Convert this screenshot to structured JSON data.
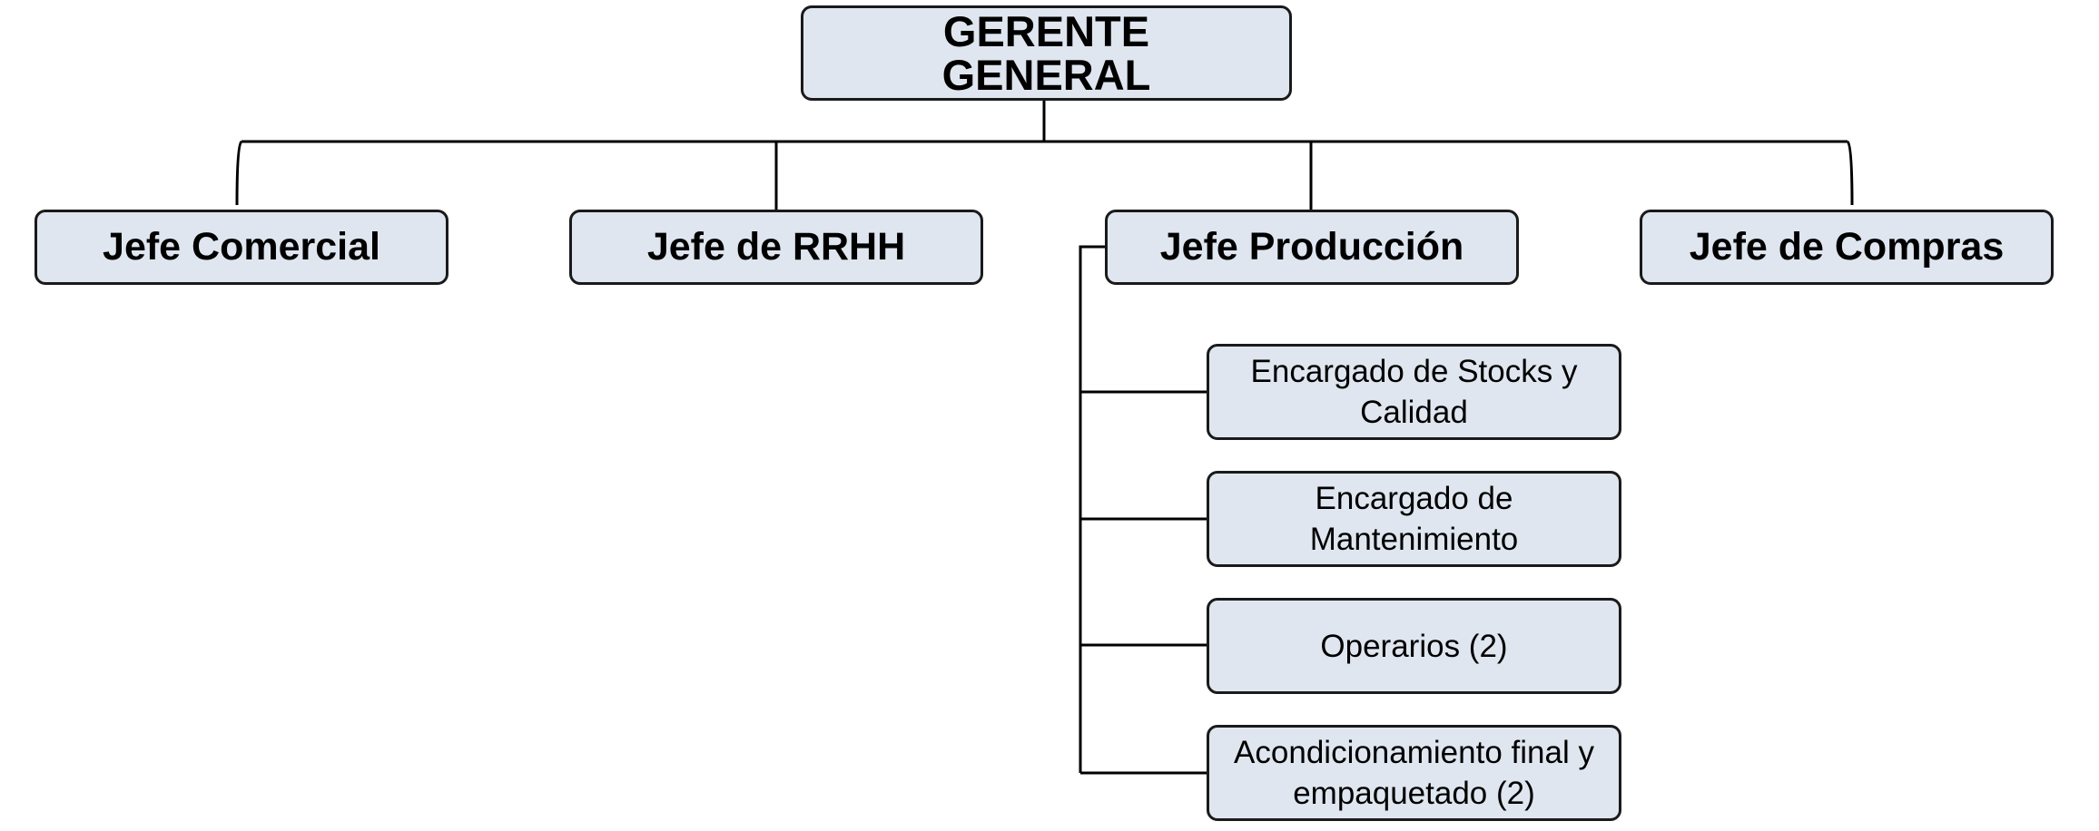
{
  "diagram": {
    "root": {
      "label": "GERENTE GENERAL"
    },
    "managers": [
      {
        "label": "Jefe Comercial"
      },
      {
        "label": "Jefe de RRHH"
      },
      {
        "label": "Jefe Producción"
      },
      {
        "label": "Jefe de Compras"
      }
    ],
    "production_staff": [
      {
        "label": "Encargado de Stocks y Calidad"
      },
      {
        "label": "Encargado de Mantenimiento"
      },
      {
        "label": "Operarios (2)"
      },
      {
        "label": "Acondicionamiento final y empaquetado (2)"
      }
    ],
    "colors": {
      "box_fill": "#dfe6ef",
      "box_border": "#1a1a1a",
      "line": "#000000"
    }
  }
}
